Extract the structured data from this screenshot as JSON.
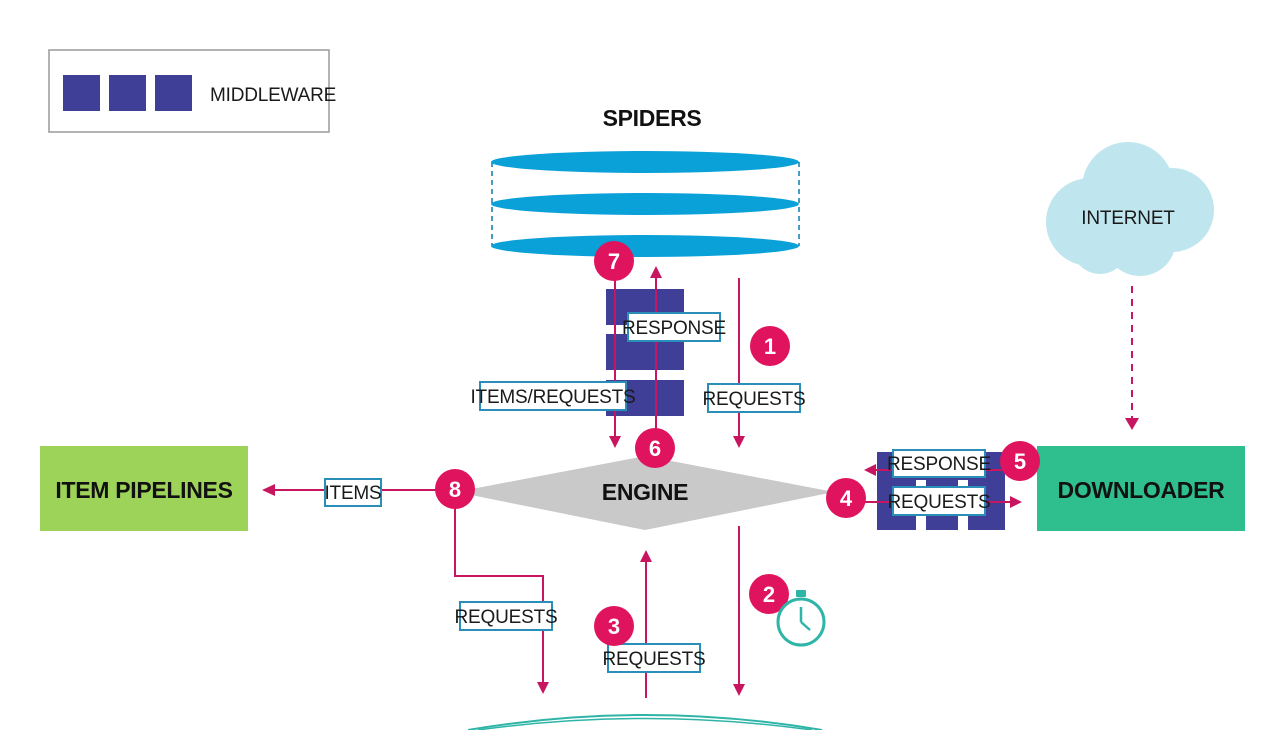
{
  "legend": {
    "label": "MIDDLEWARE",
    "swatch_color": "#3f3f98"
  },
  "components": {
    "spiders": "SPIDERS",
    "engine": "ENGINE",
    "item_pipelines": "ITEM PIPELINES",
    "downloader": "DOWNLOADER",
    "internet": "INTERNET"
  },
  "flow_labels": {
    "response_spider": "RESPONSE",
    "items_requests": "ITEMS/REQUESTS",
    "requests_spider": "REQUESTS",
    "items": "ITEMS",
    "response_downloader": "RESPONSE",
    "requests_downloader": "REQUESTS",
    "requests_to_scheduler": "REQUESTS",
    "requests_from_scheduler": "REQUESTS"
  },
  "steps": [
    "1",
    "2",
    "3",
    "4",
    "5",
    "6",
    "7",
    "8"
  ],
  "icons": {
    "timer": "stopwatch-icon"
  },
  "colors": {
    "middleware": "#3f3f98",
    "flow_arrow": "#c8155f",
    "step_badge": "#e0135e",
    "spider_disc": "#0aa0d8",
    "engine": "#c9c9c9",
    "item_pipelines": "#9ed35a",
    "downloader": "#2fbf8f",
    "internet_cloud": "#bfe6ef",
    "label_border": "#2a8fb8",
    "timer": "#2fb5a8"
  }
}
